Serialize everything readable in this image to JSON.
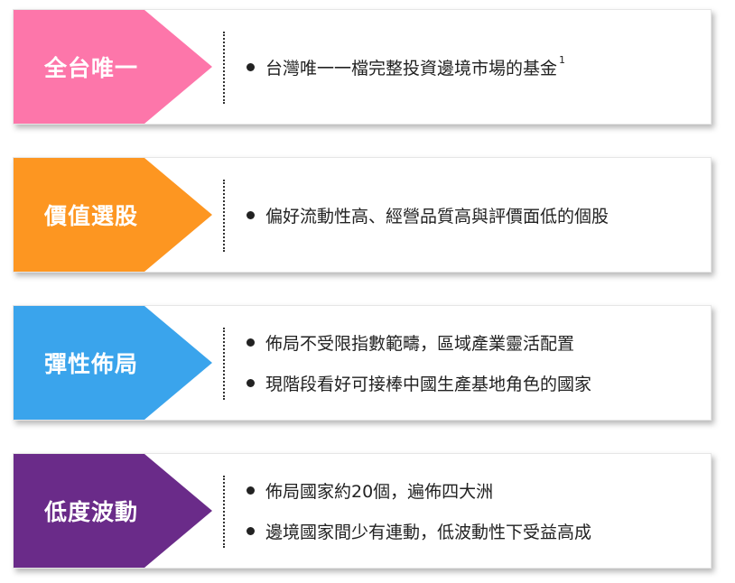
{
  "colors": {
    "pink": "#fd76aa",
    "orange": "#fd9621",
    "blue": "#3aa4ec",
    "purple": "#6a2b89"
  },
  "rows": [
    {
      "label": "全台唯一",
      "color": "#fd76aa",
      "bullets": [
        "台灣唯一一檔完整投資邊境市場的基金"
      ],
      "superscript": "1"
    },
    {
      "label": "價值選股",
      "color": "#fd9621",
      "bullets": [
        "偏好流動性高、經營品質高與評價面低的個股"
      ]
    },
    {
      "label": "彈性佈局",
      "color": "#3aa4ec",
      "bullets": [
        "佈局不受限指數範疇，區域產業靈活配置",
        "現階段看好可接棒中國生產基地角色的國家"
      ]
    },
    {
      "label": "低度波動",
      "color": "#6a2b89",
      "bullets": [
        "佈局國家約20個，遍佈四大洲",
        "邊境國家間少有連動，低波動性下受益高成"
      ]
    }
  ]
}
